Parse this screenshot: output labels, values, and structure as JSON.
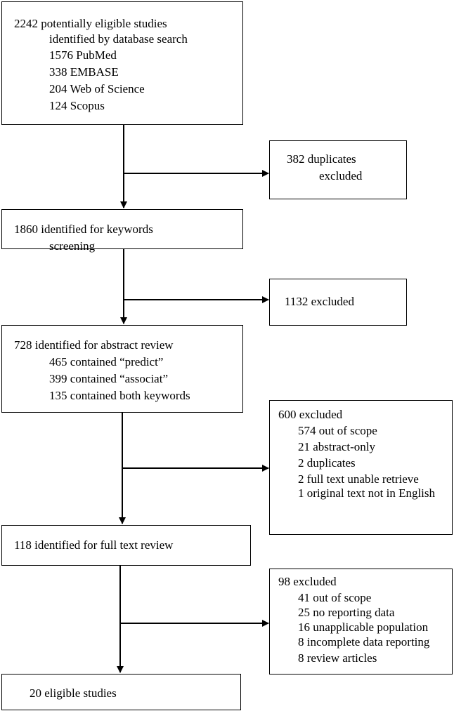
{
  "boxes": {
    "identified": {
      "lines": [
        "2242 potentially eligible studies",
        "identified by database search",
        "1576 PubMed",
        "338 EMBASE",
        "204 Web of Science",
        "124 Scopus"
      ]
    },
    "duplicates": {
      "lines": [
        "382 duplicates",
        "excluded"
      ]
    },
    "keywords": {
      "lines": [
        "1860 identified for keywords",
        "screening"
      ]
    },
    "excluded_keywords": {
      "lines": [
        "1132 excluded"
      ]
    },
    "abstract": {
      "lines": [
        "728  identified for abstract review",
        "465 contained “predict”",
        "399 contained “associat”",
        "135 contained both keywords"
      ]
    },
    "excluded_abstract": {
      "lines": [
        "600 excluded",
        "574 out of scope",
        "21 abstract-only",
        "2 duplicates",
        "2 full text unable retrieve",
        "1 original text not in English"
      ]
    },
    "fulltext": {
      "lines": [
        "118 identified for full text review"
      ]
    },
    "excluded_fulltext": {
      "lines": [
        "98 excluded",
        "41 out of scope",
        "25 no reporting data",
        "16 unapplicable population",
        "8 incomplete data reporting",
        "8 review articles"
      ]
    },
    "eligible": {
      "lines": [
        "20 eligible studies"
      ]
    }
  }
}
